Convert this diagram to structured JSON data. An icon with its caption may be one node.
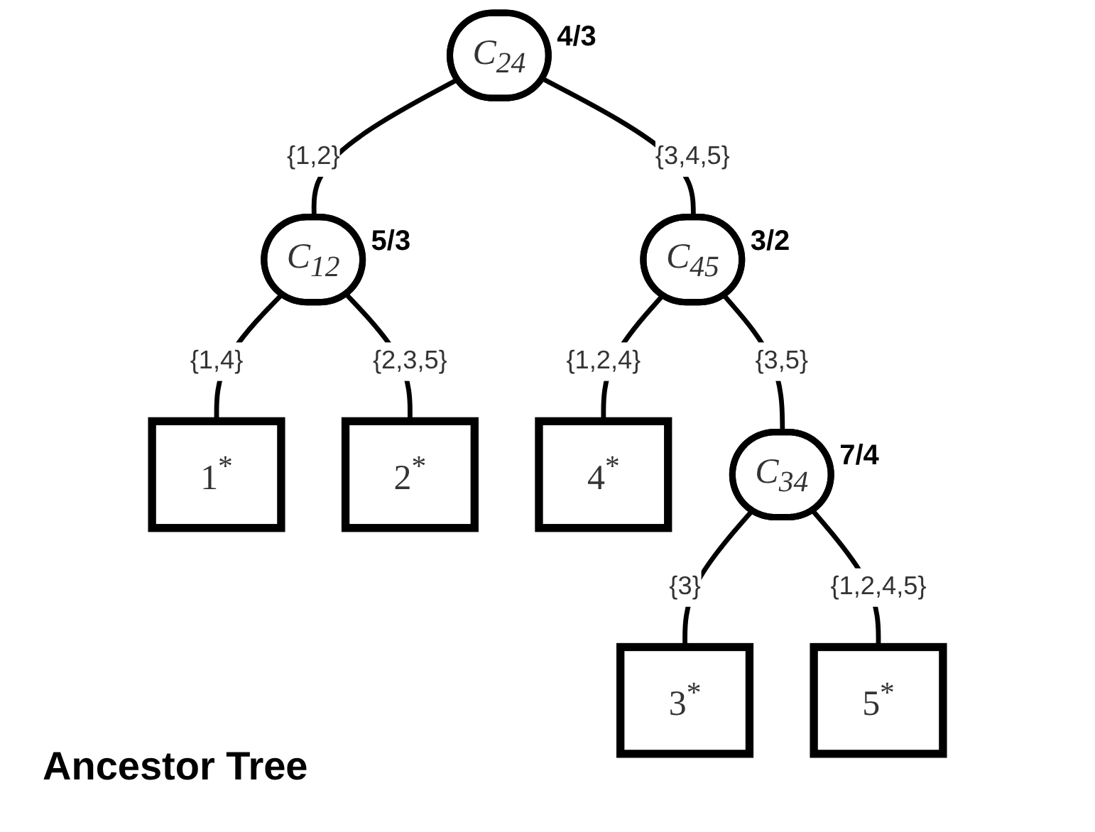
{
  "diagram": {
    "caption": "Ancestor Tree",
    "nodes": [
      {
        "text": [
          "C$_{24}$"
        ],
        "beside": [
          "4/3"
        ]
      },
      {
        "text": [
          "C$_{12}$"
        ],
        "beside": [
          "5/3"
        ]
      },
      {
        "text": [
          "C$_{45}$"
        ],
        "beside": [
          "3/2"
        ]
      },
      {
        "text": [
          "1$^{*}$"
        ]
      },
      {
        "text": [
          "2$^{*}$"
        ]
      },
      {
        "text": [
          "4$^{*}$"
        ]
      },
      {
        "text": [
          "C$_{34}$"
        ],
        "beside": [
          "7/4"
        ]
      },
      {
        "text": [
          "3$^{*}$"
        ]
      },
      {
        "text": [
          "5$^{*}$"
        ]
      }
    ],
    "edges": [
      {
        "from": 0,
        "to": 1,
        "arrow": "none",
        "label": "{1,2}"
      },
      {
        "from": 0,
        "to": 2,
        "arrow": "none",
        "label": "{3,4,5}"
      },
      {
        "from": 1,
        "to": 3,
        "arrow": "none",
        "label": "{1,4}"
      },
      {
        "from": 1,
        "to": 4,
        "arrow": "none",
        "label": "{2,3,5}"
      },
      {
        "from": 2,
        "to": 5,
        "arrow": "none",
        "label": "{1,2,4}"
      },
      {
        "from": 2,
        "to": 6,
        "arrow": "none",
        "label": "{3,5}"
      },
      {
        "from": 6,
        "to": 7,
        "arrow": "none",
        "label": "{3}"
      },
      {
        "from": 6,
        "to": 8,
        "arrow": "none",
        "label": "{1,2,4,5}"
      }
    ]
  }
}
